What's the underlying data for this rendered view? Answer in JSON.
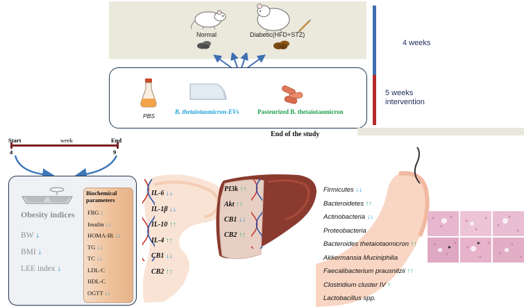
{
  "top": {
    "normal_label": "Normal",
    "diabetic_label": "Diabetic(HFD+STZ)"
  },
  "timeline_right": {
    "phase1": "4 weeks",
    "phase2_line1": "5 weeks",
    "phase2_line2": "intervention",
    "color_top": "#3f6fb0",
    "color_bottom": "#b52a2a"
  },
  "treatments": {
    "pbs": "PBS",
    "evs": "B. thetaiotaomicron-EVs",
    "pasteurized": "Pasteurized B. thetaiotaomicron",
    "evs_color": "#1ea0d8",
    "pasteurized_color": "#1f9e4a"
  },
  "end_of_study": "End of the study",
  "week_axis": {
    "start_label": "Start",
    "week_label": "week",
    "end_label": "End",
    "start_week": "4",
    "end_week": "9"
  },
  "obesity": {
    "title": "Obesity indices",
    "items": [
      {
        "label": "BW",
        "trend": "down"
      },
      {
        "label": "BMI",
        "trend": "down"
      },
      {
        "label": "LEE index",
        "trend": "down"
      }
    ]
  },
  "biochemical": {
    "title_line1": "Biochemical",
    "title_line2": "parameters",
    "items": [
      {
        "label": "FBG",
        "trend": "down"
      },
      {
        "label": "Insulin",
        "trend": "down-down"
      },
      {
        "label": "HOMA-IR",
        "trend": "down-down"
      },
      {
        "label": "TG",
        "trend": "down-down"
      },
      {
        "label": "TC",
        "trend": "down-down"
      },
      {
        "label": "LDL-C",
        "trend": ""
      },
      {
        "label": "HDL-C",
        "trend": ""
      },
      {
        "label": "OGTT",
        "trend": "down-down"
      }
    ]
  },
  "intestine_markers": [
    {
      "label": "IL-6",
      "trend": "down-down"
    },
    {
      "label": "IL-1β",
      "trend": "down-down"
    },
    {
      "label": "IL-10",
      "trend": "up-up"
    },
    {
      "label": "IL-4",
      "trend": "up-up"
    },
    {
      "label": "CB1",
      "trend": "down-down"
    },
    {
      "label": "CB2",
      "trend": "up-up"
    }
  ],
  "liver_markers": [
    {
      "label": "PI3k",
      "trend": "up-up"
    },
    {
      "label": "Akt",
      "trend": "up-up"
    },
    {
      "label": "CB1",
      "trend": "down-down"
    },
    {
      "label": "CB2",
      "trend": "up-up"
    }
  ],
  "bacteria": [
    {
      "label": "Firmicutes",
      "trend": "down-down"
    },
    {
      "label": "Bacteroidetes",
      "trend": "up-up"
    },
    {
      "label": "Actinobacteria",
      "trend": "down-down"
    },
    {
      "label": "Proteobacteria",
      "trend": ""
    },
    {
      "label": "Bacteroides thetaiotaomicron",
      "trend": "up-up"
    },
    {
      "label": "Akkermansia  Muciniphilia",
      "trend": ""
    },
    {
      "label": "Faecalibacterium prausnitzii",
      "trend": "up-up"
    },
    {
      "label": "Clostridium cluster IV",
      "trend": "up"
    },
    {
      "label": "Lactobacillus spp.",
      "trend": ""
    }
  ]
}
